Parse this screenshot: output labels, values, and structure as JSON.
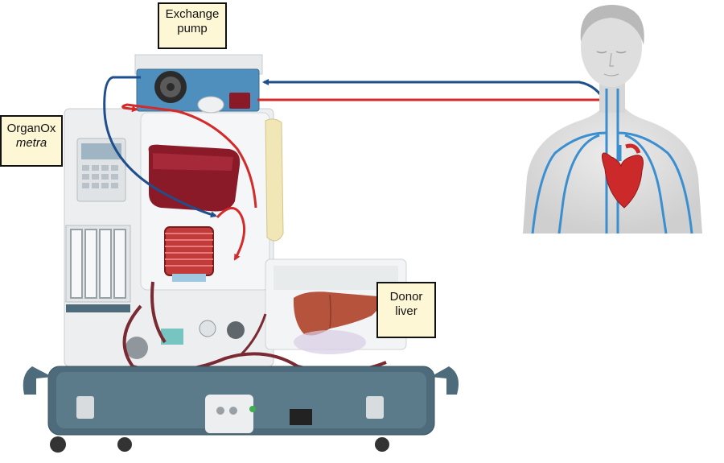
{
  "labels": {
    "exchange_pump": {
      "line1": "Exchange",
      "line2": "pump"
    },
    "device": {
      "line1": "OrganOx",
      "line2": "metra"
    },
    "donor_liver": {
      "line1": "Donor",
      "line2": "liver"
    }
  },
  "colors": {
    "venous_flow": "#1f4e8c",
    "arterial_flow": "#d42a2a",
    "label_fill": "#fdf7d6",
    "device_body": "#eceeef",
    "device_base": "#4d6b7a",
    "pump_housing": "#4f8fbd",
    "blood_reservoir": "#8b1a28",
    "liver": "#b5533c",
    "patient_skin": "#dcdcdc",
    "patient_vessels": "#3a8fd0",
    "heart": "#cc2a2a"
  },
  "icons": [
    "exchange-pump-icon",
    "perfusion-device-icon",
    "donor-liver-icon",
    "patient-icon",
    "heart-icon"
  ]
}
